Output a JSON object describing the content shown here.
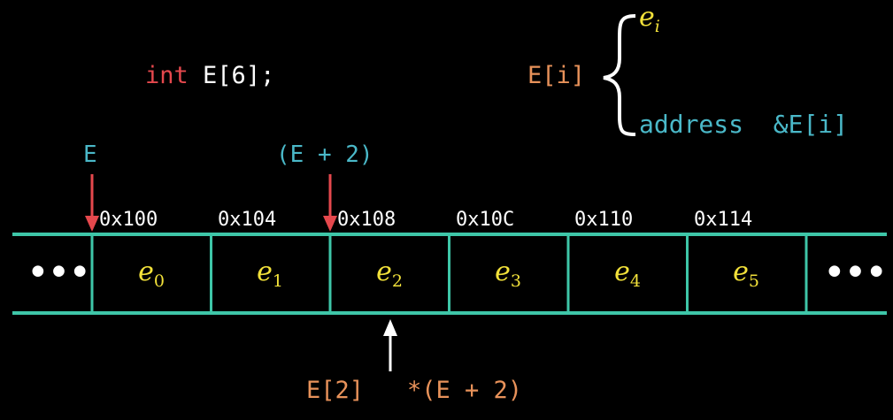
{
  "declaration": {
    "keyword": "int",
    "rest": "E[6];"
  },
  "definition": {
    "expr": "E[i]",
    "value": "e",
    "value_sub": "i",
    "address_word": "address",
    "address_expr": "&E[i]"
  },
  "pointers": {
    "base": "E",
    "offset": "(E + 2)"
  },
  "cells": [
    {
      "address": "0x100",
      "name": "e",
      "sub": "0"
    },
    {
      "address": "0x104",
      "name": "e",
      "sub": "1"
    },
    {
      "address": "0x108",
      "name": "e",
      "sub": "2"
    },
    {
      "address": "0x10C",
      "name": "e",
      "sub": "3"
    },
    {
      "address": "0x110",
      "name": "e",
      "sub": "4"
    },
    {
      "address": "0x114",
      "name": "e",
      "sub": "5"
    }
  ],
  "ellipsis": "•••",
  "access": {
    "index_form": "E[2]",
    "pointer_form": "*(E + 2)"
  },
  "colors": {
    "keyword": "#e5484d",
    "pointer_label": "#4ab8c8",
    "access_label": "#e8925a",
    "element": "#f2e13a",
    "cell_border": "#3ec6a8",
    "red_arrow": "#e5484d",
    "white_arrow": "#ffffff"
  }
}
